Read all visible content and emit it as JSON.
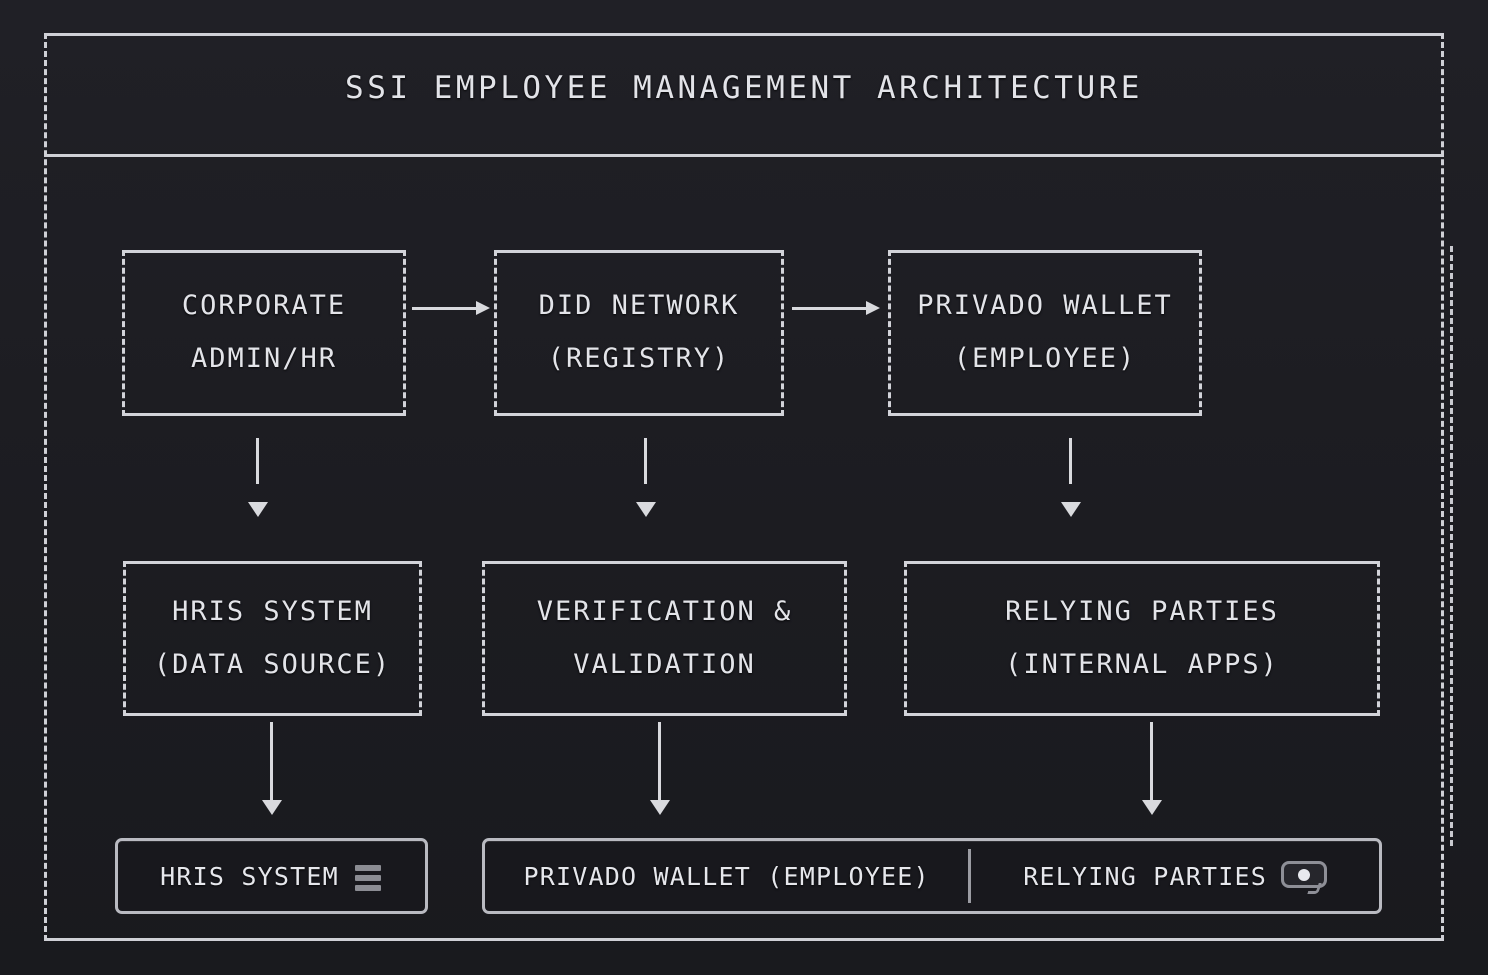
{
  "diagram": {
    "title": "SSI EMPLOYEE MANAGEMENT ARCHITECTURE",
    "theme": {
      "background": "#1e1e23",
      "stroke": "#d2d3d9",
      "text": "#e3e4e9",
      "icon": "#8e8f97"
    },
    "rows": {
      "top": [
        {
          "line1": "CORPORATE",
          "line2": "ADMIN/HR"
        },
        {
          "line1": "DID NETWORK",
          "line2": "(REGISTRY)"
        },
        {
          "line1": "PRIVADO WALLET",
          "line2": "(EMPLOYEE)"
        }
      ],
      "middle": [
        {
          "line1": "HRIS SYSTEM",
          "line2": "(DATA SOURCE)"
        },
        {
          "line1": "VERIFICATION &",
          "line2": "VALIDATION"
        },
        {
          "line1": "RELYING PARTIES",
          "line2": "(INTERNAL APPS)"
        }
      ],
      "bottom": {
        "left_panel": {
          "label": "HRIS SYSTEM",
          "icon": "hamburger-icon"
        },
        "right_panel": {
          "item1": "PRIVADO WALLET (EMPLOYEE)",
          "item2": "RELYING PARTIES",
          "icon": "chat-bubble-icon"
        }
      }
    },
    "connectors": {
      "horizontal": [
        {
          "from": "CORPORATE ADMIN/HR",
          "to": "DID NETWORK (REGISTRY)"
        },
        {
          "from": "DID NETWORK (REGISTRY)",
          "to": "PRIVADO WALLET (EMPLOYEE)"
        }
      ],
      "vertical_top_to_middle": [
        {
          "from": "CORPORATE ADMIN/HR",
          "to": "HRIS SYSTEM (DATA SOURCE)"
        },
        {
          "from": "DID NETWORK (REGISTRY)",
          "to": "VERIFICATION & VALIDATION"
        },
        {
          "from": "PRIVADO WALLET (EMPLOYEE)",
          "to": "RELYING PARTIES (INTERNAL APPS)"
        }
      ],
      "vertical_middle_to_bottom": [
        {
          "from": "HRIS SYSTEM (DATA SOURCE)",
          "to": "HRIS SYSTEM"
        },
        {
          "from": "VERIFICATION & VALIDATION",
          "to": "PRIVADO WALLET (EMPLOYEE)"
        },
        {
          "from": "RELYING PARTIES (INTERNAL APPS)",
          "to": "RELYING PARTIES"
        }
      ]
    }
  }
}
